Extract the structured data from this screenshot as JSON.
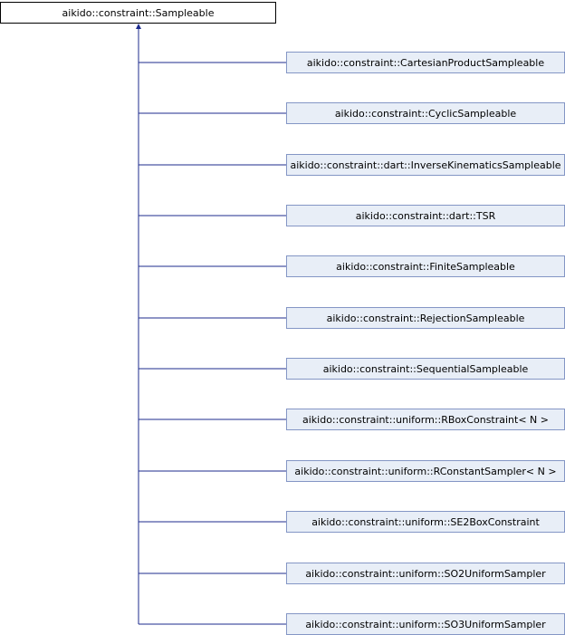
{
  "base_class": "aikido::constraint::Sampleable",
  "derived_classes": [
    "aikido::constraint::CartesianProductSampleable",
    "aikido::constraint::CyclicSampleable",
    "aikido::constraint::dart::InverseKinematicsSampleable",
    "aikido::constraint::dart::TSR",
    "aikido::constraint::FiniteSampleable",
    "aikido::constraint::RejectionSampleable",
    "aikido::constraint::SequentialSampleable",
    "aikido::constraint::uniform::RBoxConstraint< N >",
    "aikido::constraint::uniform::RConstantSampler< N >",
    "aikido::constraint::uniform::SE2BoxConstraint",
    "aikido::constraint::uniform::SO2UniformSampler",
    "aikido::constraint::uniform::SO3UniformSampler"
  ],
  "colors": {
    "edge": "#1c2b8e",
    "derived_fill": "#e8eef7",
    "derived_border": "#8496c5",
    "base_fill": "#ffffff",
    "base_border": "#000000"
  }
}
